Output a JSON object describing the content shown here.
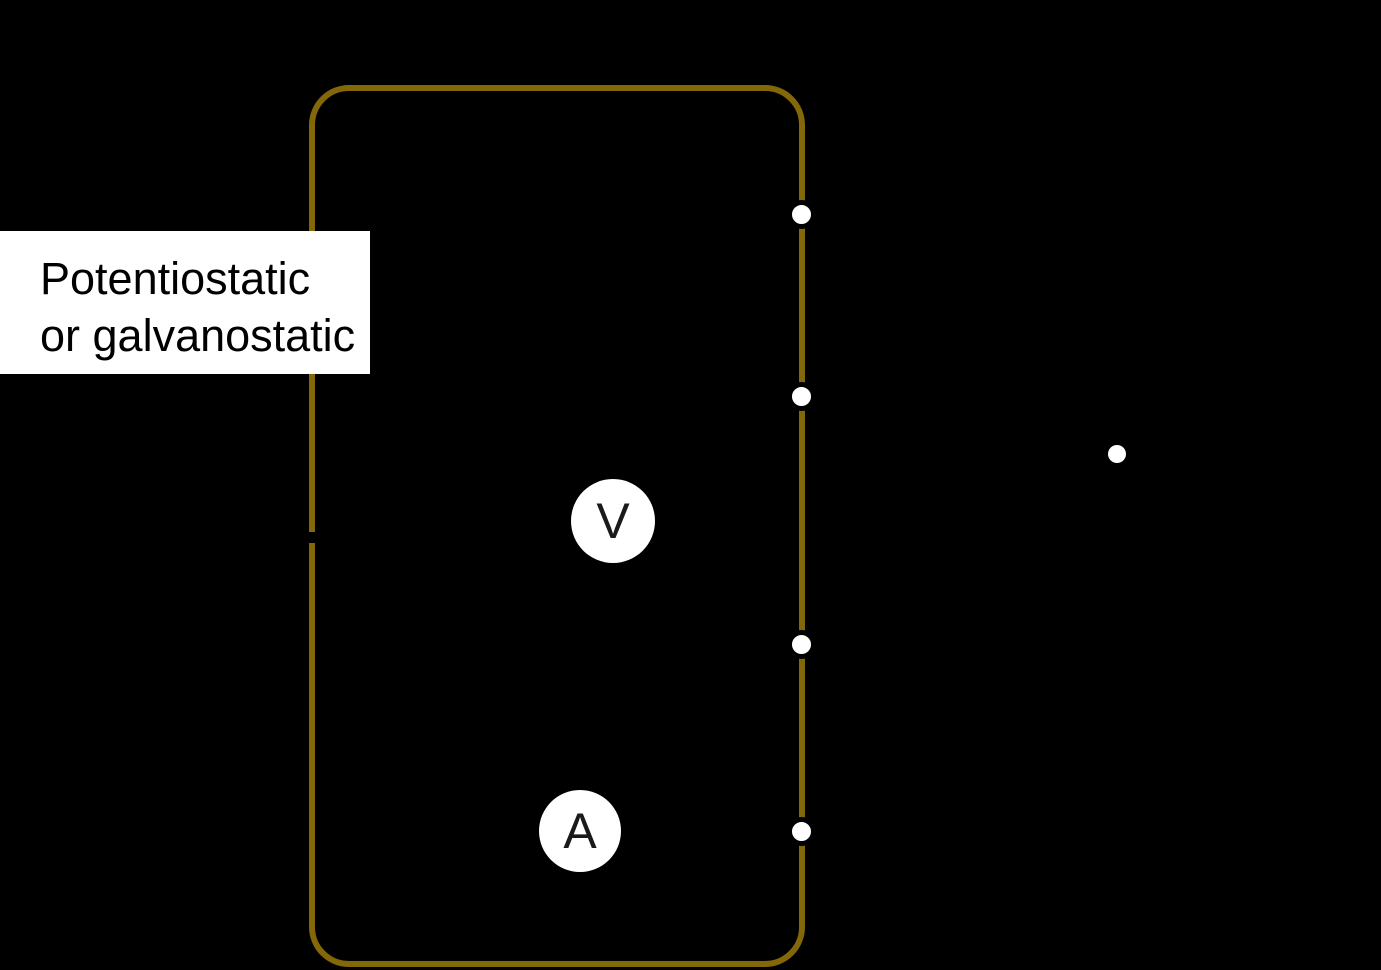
{
  "diagram": {
    "background_color": "#000000",
    "wire_color": "#836709",
    "terminal_color": "#ffffff",
    "source_box": {
      "label_line1": "Potentiostatic",
      "label_line2": "or galvanostatic",
      "fill": "#ffffff",
      "text_color": "#000000",
      "border_style": "dashed",
      "border_color": "#ffffff"
    },
    "meters": [
      {
        "id": "voltmeter",
        "label": "V",
        "fill": "#ffffff",
        "text_color": "#000000"
      },
      {
        "id": "ammeter",
        "label": "A",
        "fill": "#ffffff",
        "text_color": "#000000"
      }
    ],
    "terminals": {
      "on_wire_count": 4,
      "isolated_count": 1,
      "color": "#ffffff"
    }
  }
}
